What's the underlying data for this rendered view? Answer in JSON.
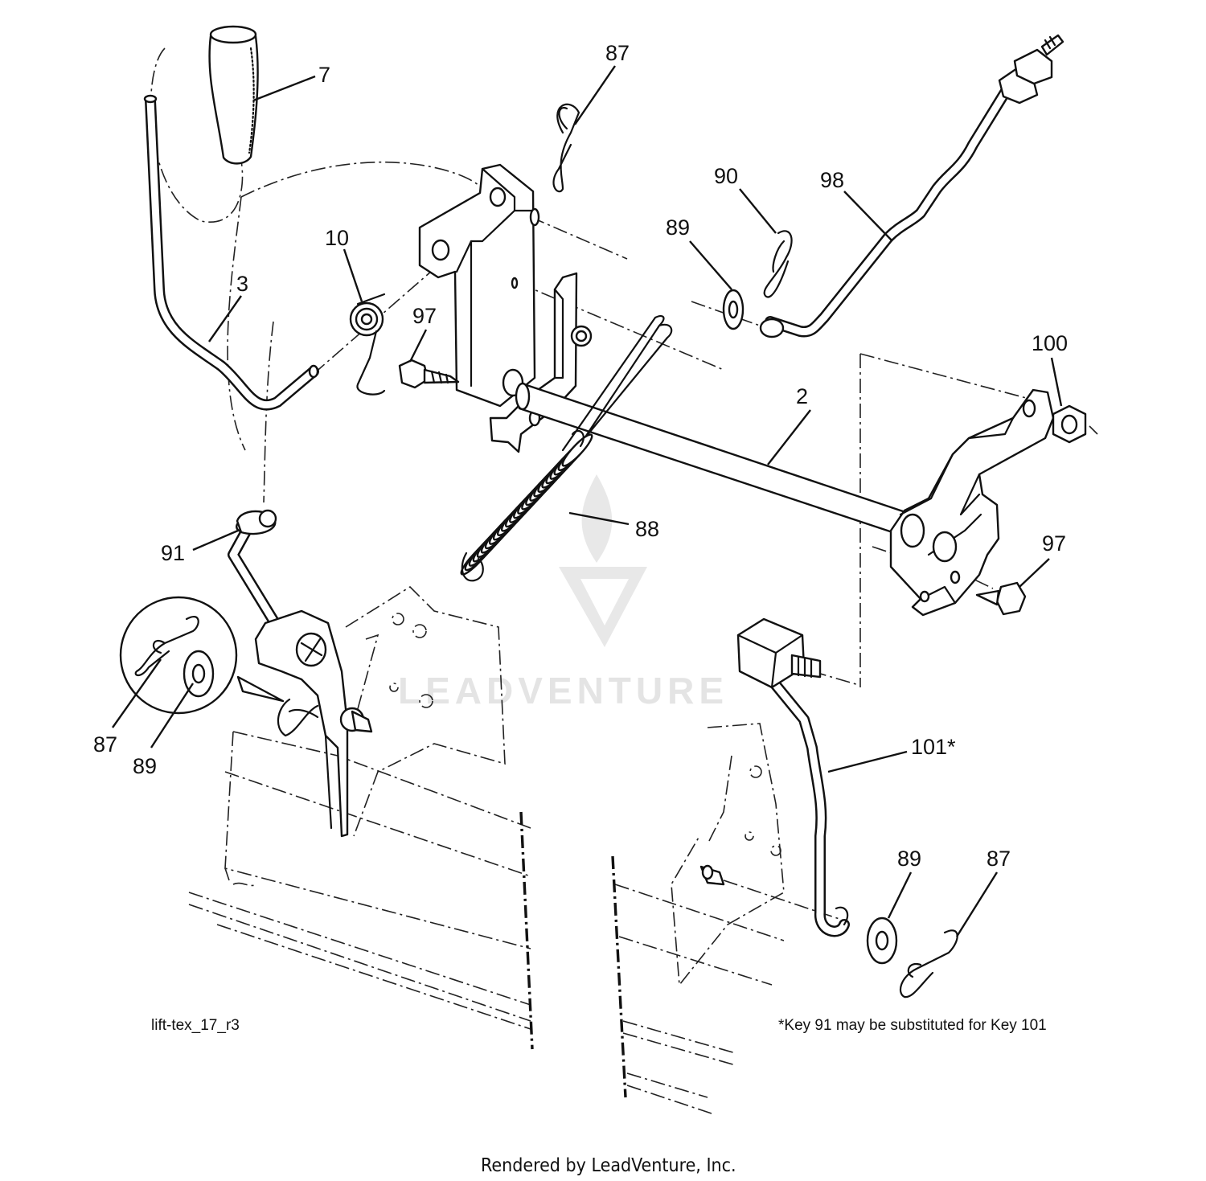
{
  "callouts": [
    {
      "id": "c7",
      "label": "7"
    },
    {
      "id": "c87a",
      "label": "87"
    },
    {
      "id": "c90",
      "label": "90"
    },
    {
      "id": "c98",
      "label": "98"
    },
    {
      "id": "c89a",
      "label": "89"
    },
    {
      "id": "c10",
      "label": "10"
    },
    {
      "id": "c3",
      "label": "3"
    },
    {
      "id": "c97a",
      "label": "97"
    },
    {
      "id": "c100",
      "label": "100"
    },
    {
      "id": "c2",
      "label": "2"
    },
    {
      "id": "c88",
      "label": "88"
    },
    {
      "id": "c91",
      "label": "91"
    },
    {
      "id": "c97b",
      "label": "97"
    },
    {
      "id": "c87b",
      "label": "87"
    },
    {
      "id": "c89b",
      "label": "89"
    },
    {
      "id": "c101",
      "label": "101*"
    },
    {
      "id": "c89c",
      "label": "89"
    },
    {
      "id": "c87c",
      "label": "87"
    }
  ],
  "diagram_code": "lift-tex_17_r3",
  "footnote": "*Key 91 may be substituted for Key 101",
  "watermark": "LEADVENTURE",
  "footer": "Rendered by LeadVenture, Inc."
}
